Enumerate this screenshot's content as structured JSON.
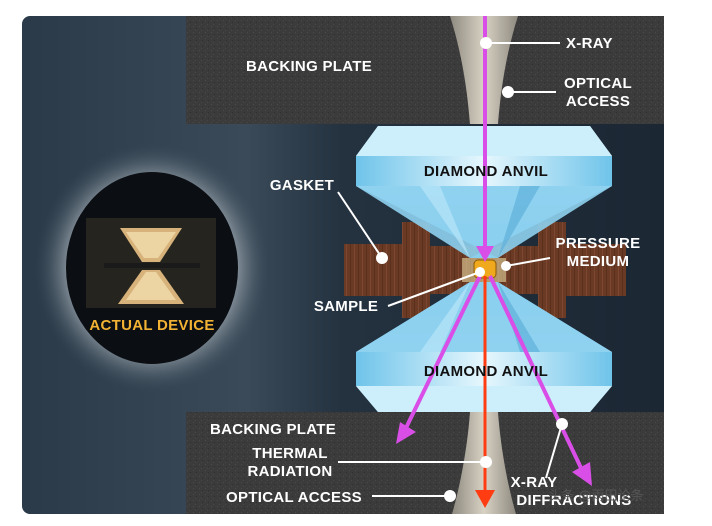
{
  "labels": {
    "backing_plate_top": "BACKING PLATE",
    "x_ray": "X-RAY",
    "optical_access_top_line1": "OPTICAL",
    "optical_access_top_line2": "ACCESS",
    "diamond_anvil_top": "DIAMOND ANVIL",
    "gasket": "GASKET",
    "pressure_medium_line1": "PRESSURE",
    "pressure_medium_line2": "MEDIUM",
    "sample": "SAMPLE",
    "actual_device": "ACTUAL DEVICE",
    "diamond_anvil_bottom": "DIAMOND ANVIL",
    "backing_plate_bottom": "BACKING PLATE",
    "thermal_radiation_line1": "THERMAL",
    "thermal_radiation_line2": "RADIATION",
    "optical_access_bottom": "OPTICAL ACCESS",
    "x_ray_diffractions_line1": "X-RAY",
    "x_ray_diffractions_line2": "DIFFRACTIONS"
  },
  "watermark": "头条 @雨田论条",
  "colors": {
    "background": "#1e2b38",
    "backing_plate": "#3d3d3d",
    "diamond": "#9ad7f2",
    "gasket": "#6b3a24",
    "sample": "#f0a91c",
    "x_ray_beam": "#d84ee6",
    "thermal_beam": "#ff3c12",
    "label_text": "#ffffff",
    "device_label": "#f2b233"
  }
}
